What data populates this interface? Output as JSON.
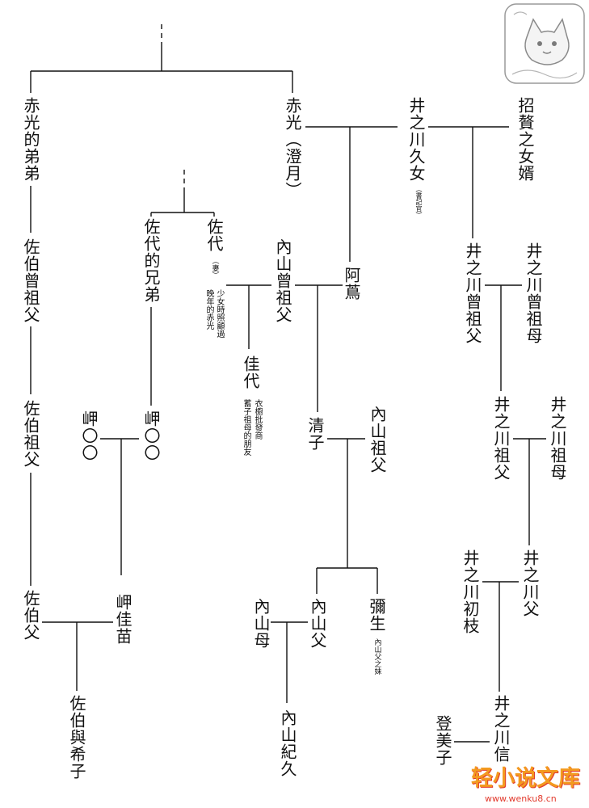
{
  "colors": {
    "ink": "#111111",
    "watermark_orange": "#f39a1f",
    "watermark_red": "#e23b2e",
    "watermark_grey": "#9a9a9a"
  },
  "akamitsu": "赤光（澄月）",
  "saeki": {
    "akamitsu_brother": "赤光的弟弟",
    "great_grandfather": "佐伯曾祖父",
    "grandfather": "佐伯祖父",
    "father": "佐伯父",
    "yukiko": "佐伯與希子"
  },
  "misaki": {
    "left": "岬〇〇",
    "right": "岬〇〇",
    "kanae": "岬佳苗"
  },
  "sayo": {
    "brother": "佐代的兄弟",
    "name": "佐代",
    "role": "（妻）",
    "note_line1": "少女時照顧過",
    "note_line2": "晚年的赤光"
  },
  "kayo": {
    "name": "佳代",
    "note_line1": "衣櫥批發商",
    "note_line2": "蓄子祖母的朋友"
  },
  "uchiyama": {
    "great_grandfather": "內山曾祖父",
    "tsuta": "阿蔦",
    "kiyoko": "清子",
    "grandfather": "內山祖父",
    "father": "內山父",
    "yayoi": "彌生",
    "yayoi_note": "內山父之妹",
    "mother": "內山母",
    "kiku": "內山紀久"
  },
  "inokawa": {
    "kume": "井之川久女",
    "kume_note": "（書記官）",
    "son_in_law": "招贅之女婿",
    "great_grandfather": "井之川曾祖父",
    "great_grandmother": "井之川曾祖母",
    "grandfather": "井之川祖父",
    "grandmother": "井之川祖母",
    "father": "井之川父",
    "hatsue": "井之川初枝",
    "nobu": "井之川信",
    "tomiko": "登美子"
  },
  "watermark": {
    "logo": "轻小说文库",
    "url": "www.wenku8.cn"
  }
}
